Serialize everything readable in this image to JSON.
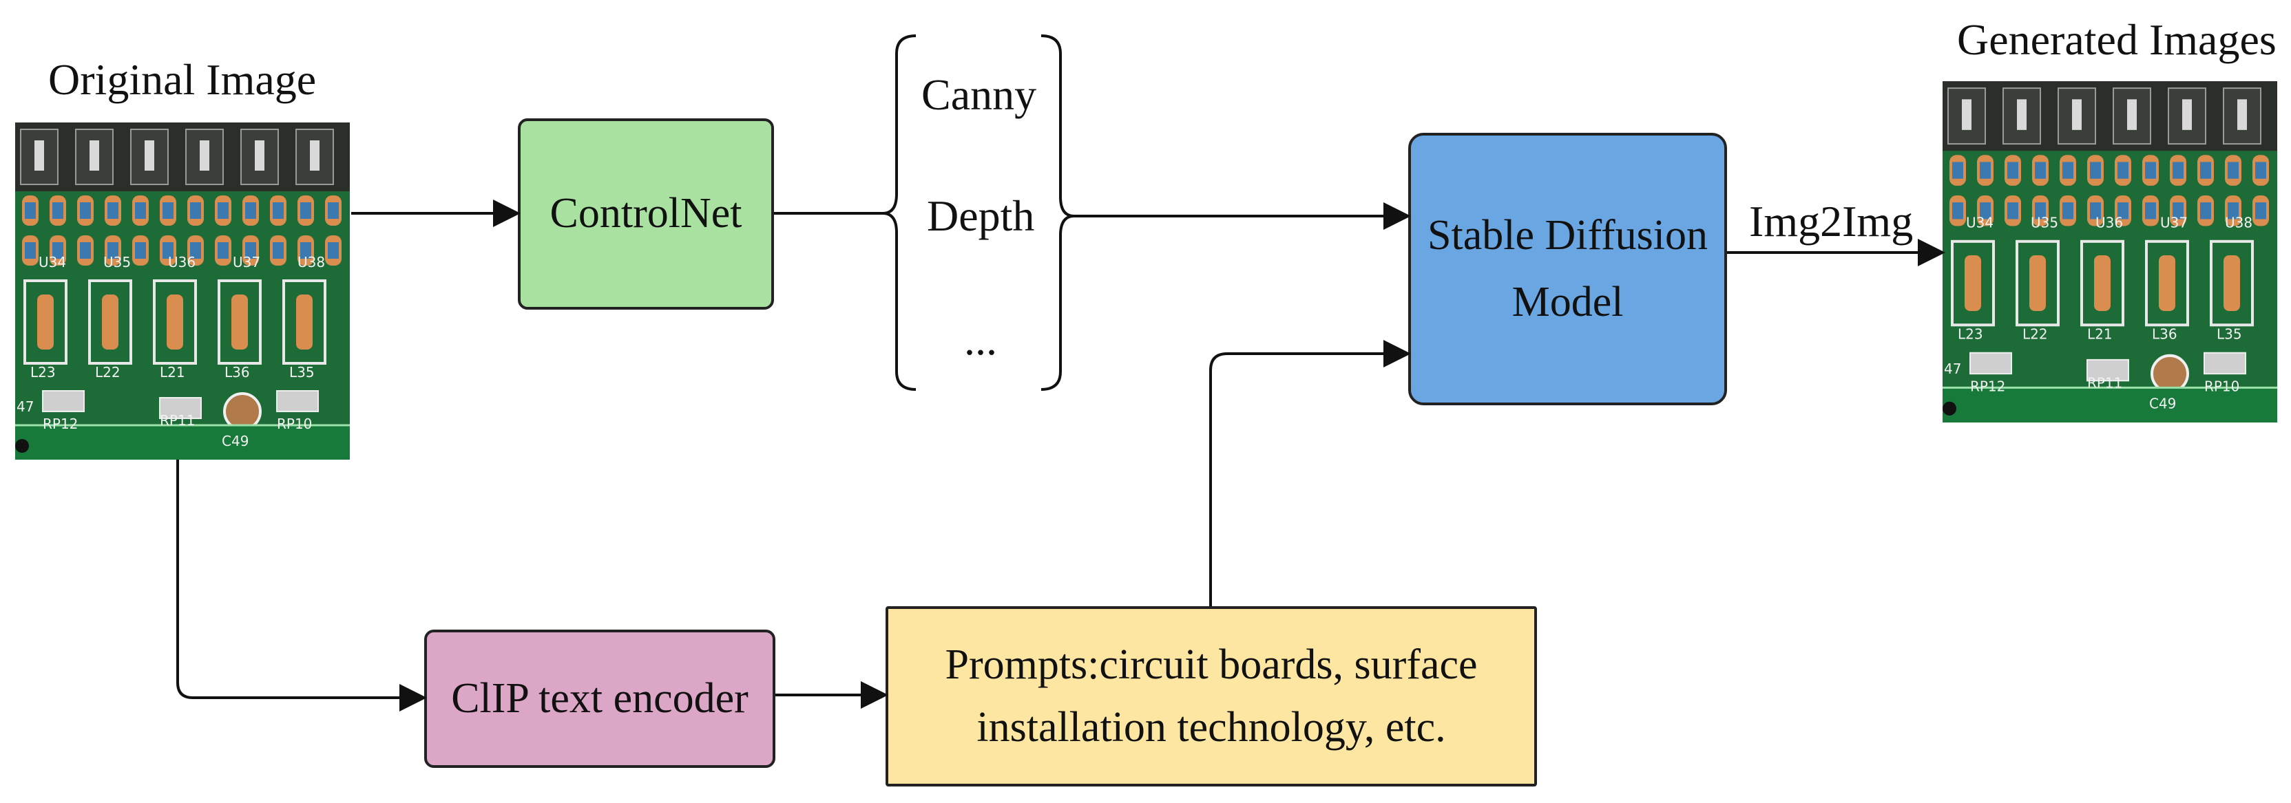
{
  "diagram": {
    "original_image_label": "Original Image",
    "generated_images_label": "Generated Images",
    "controlnet_label": "ControlNet",
    "conditions": [
      "Canny",
      "Depth",
      "..."
    ],
    "stable_diffusion_label_line1": "Stable Diffusion",
    "stable_diffusion_label_line2": "Model",
    "img2img_label": "Img2Img",
    "clip_label": "ClIP text encoder",
    "prompts_line1": "Prompts:circuit boards, surface",
    "prompts_line2": "installation technology, etc."
  },
  "pcb_components": [
    "U34",
    "U35",
    "U36",
    "U37",
    "U38",
    "L23",
    "L22",
    "L21",
    "L36",
    "L35",
    "RP11",
    "RP12",
    "RP10",
    "C49",
    "47"
  ],
  "colors": {
    "controlnet_fill": "#a9e1a1",
    "stable_diffusion_fill": "#6aa6e2",
    "clip_fill": "#dca6c6",
    "prompts_fill": "#fde6a1",
    "pcb_green": "#1f7a3c"
  }
}
